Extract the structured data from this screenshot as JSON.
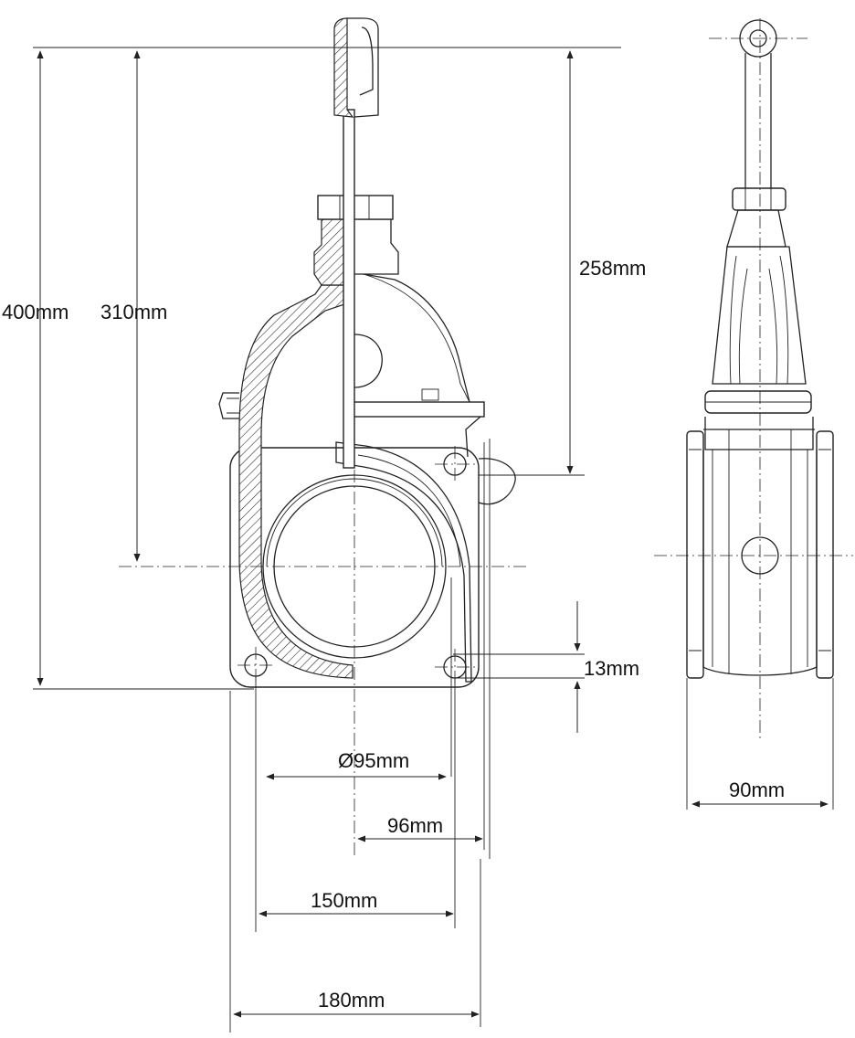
{
  "dimensions": {
    "overall_height": "400mm",
    "centre_height": "310mm",
    "gate_depth": "258mm",
    "bolt_hole": "13mm",
    "bore": "Ø95mm",
    "centre_to_face": "96mm",
    "bolt_spacing": "150mm",
    "flange_width": "180mm",
    "side_width": "90mm"
  },
  "colors": {
    "line": "#222222",
    "background": "#ffffff"
  }
}
